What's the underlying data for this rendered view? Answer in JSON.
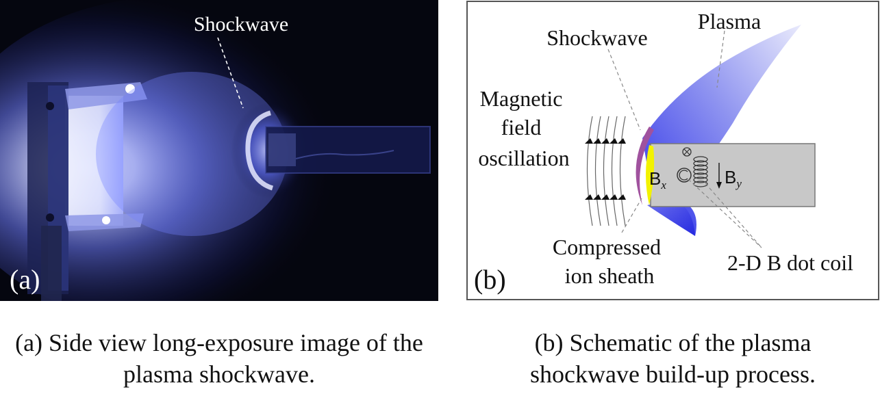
{
  "panel_a": {
    "shockwave_label": "Shockwave",
    "panel_tag": "(a)"
  },
  "panel_b": {
    "plasma_label": "Plasma",
    "shockwave_label": "Shockwave",
    "magnetic_label_lines": [
      "Magnetic",
      "field",
      "oscillation"
    ],
    "compressed_label_lines": [
      "Compressed",
      "ion sheath"
    ],
    "coil_label": "2-D B dot coil",
    "bx_base": "B",
    "bx_sub": "x",
    "by_base": "B",
    "by_sub": "y",
    "panel_tag": "(b)"
  },
  "captions": {
    "a_lines": [
      "(a) Side view long-exposure image of the",
      "plasma shockwave."
    ],
    "b_lines": [
      "(b) Schematic of the plasma",
      "shockwave build-up process."
    ]
  },
  "colors": {
    "photo_background": "#05060f",
    "plasma_glow": "#6f7dff",
    "plasma_fill": "#3b3ff0",
    "shockwave_arc": "#a0529e",
    "ion_sheath": "#f2f200",
    "probe_body": "#c8c8c8"
  }
}
